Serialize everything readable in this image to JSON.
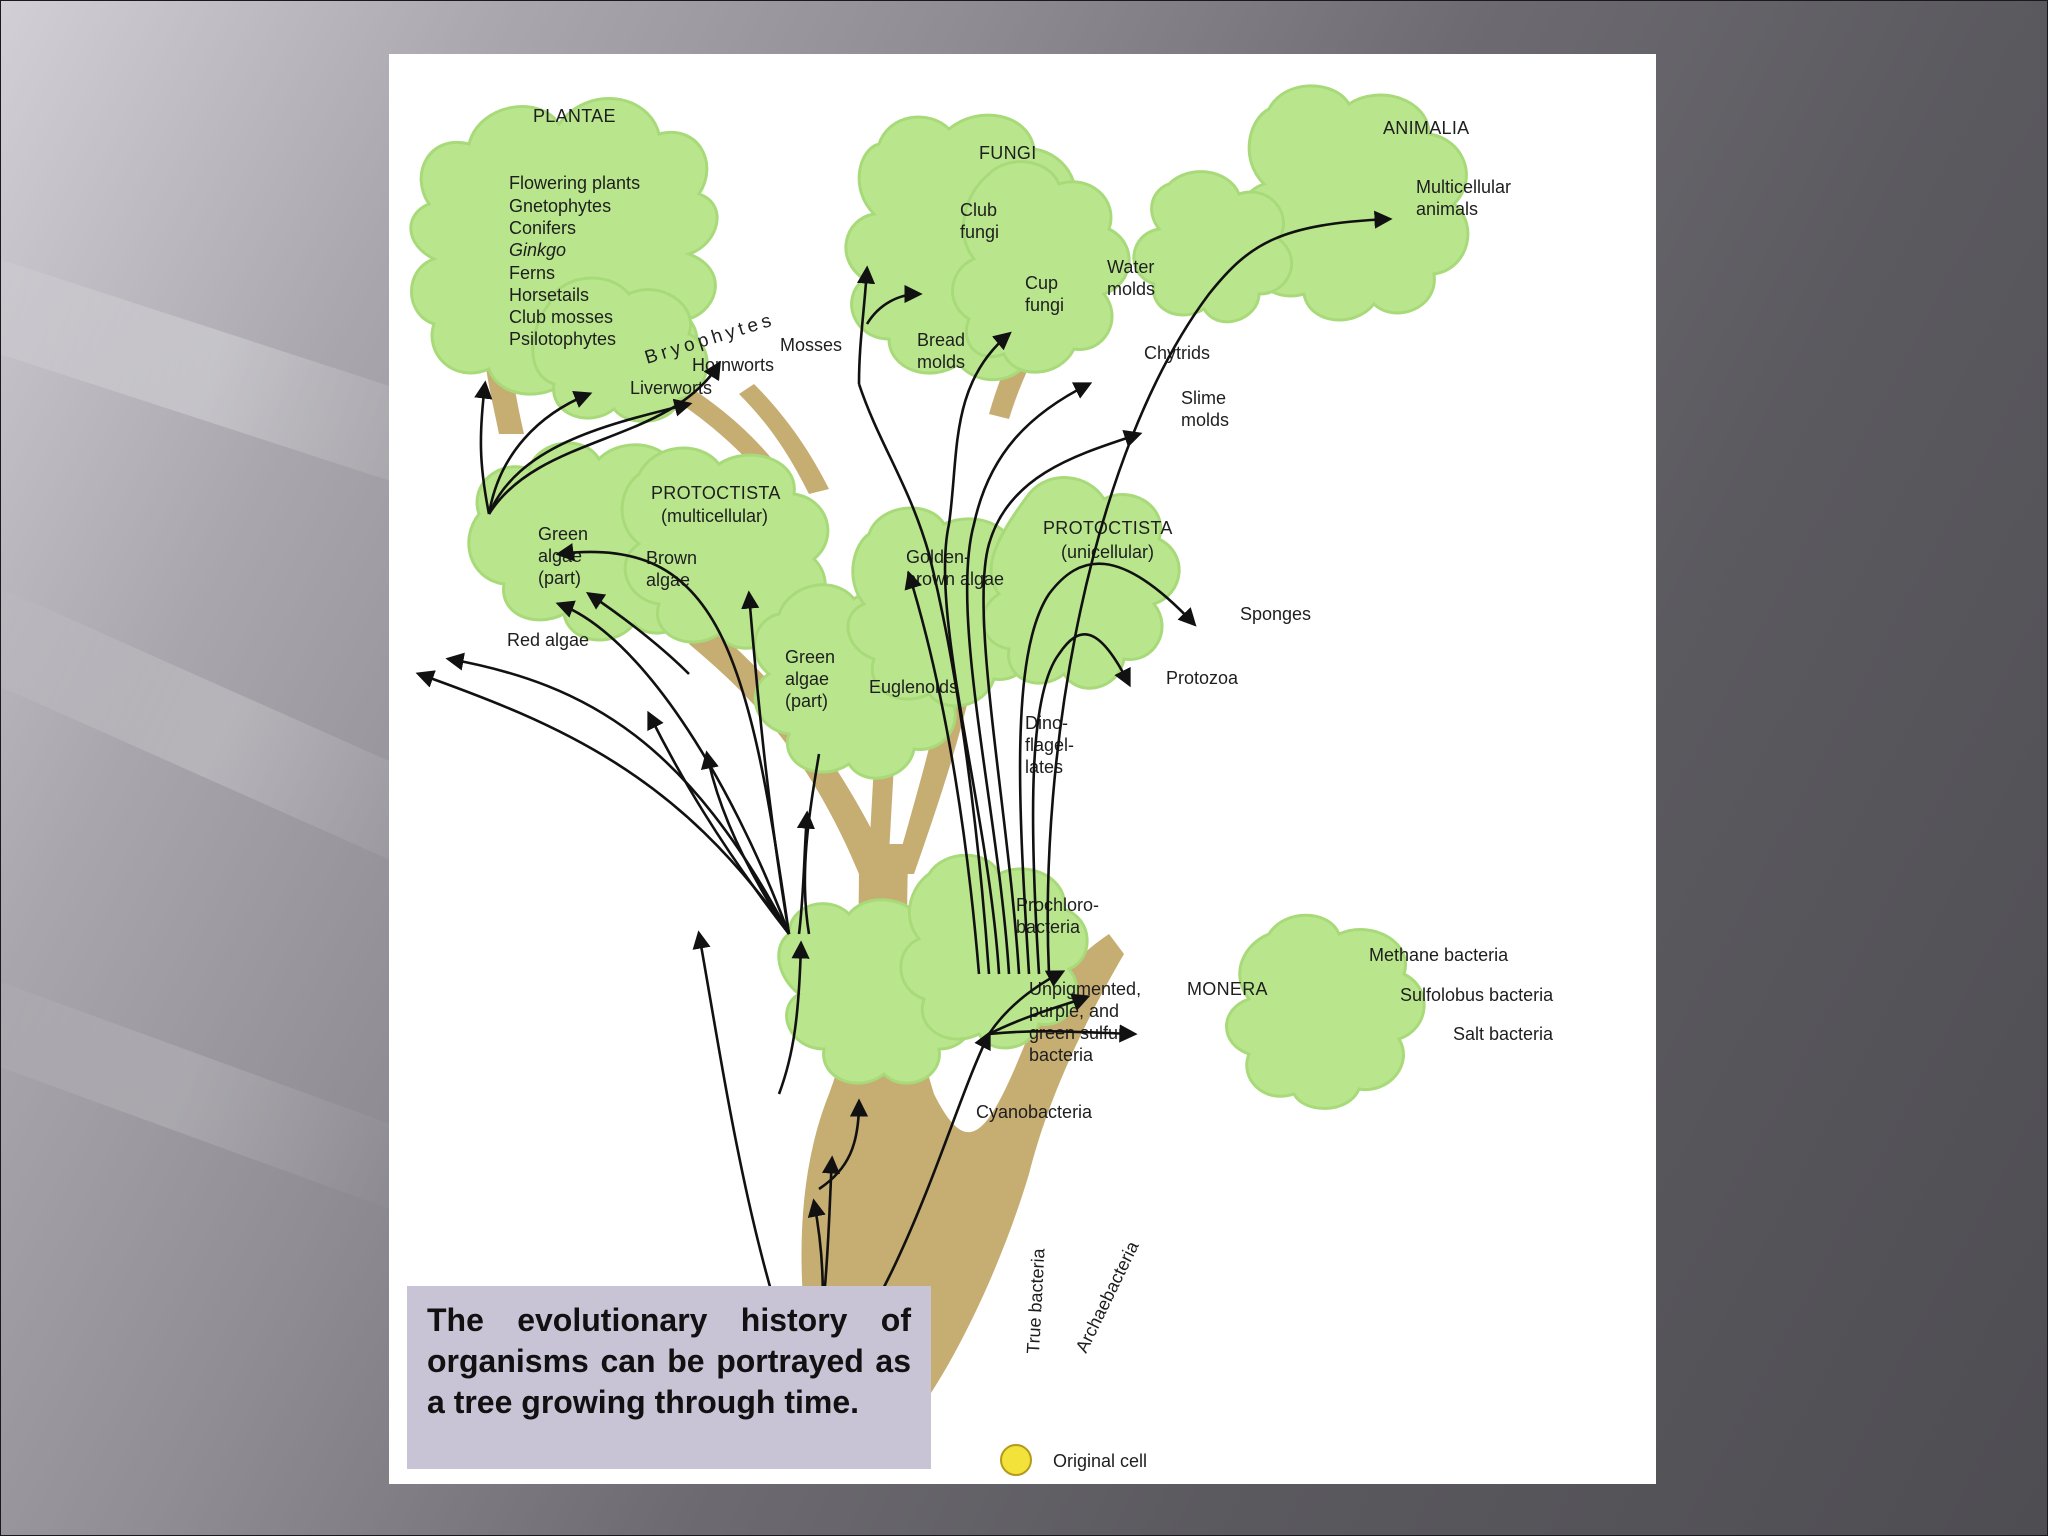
{
  "slide": {
    "caption": "The evolutionary history of organisms can be portrayed as a tree growing through time."
  },
  "diagram": {
    "colors": {
      "foliage": "#b9e68d",
      "trunk": "#c6ad72",
      "arrows": "#111111",
      "caption_bg": "#c8c4d6",
      "origin_cell": "#f3e23a"
    },
    "kingdoms": {
      "plantae": "PLANTAE",
      "fungi": "FUNGI",
      "animalia": "ANIMALIA",
      "protoctista_multi": "PROTOCTISTA",
      "protoctista_multi_sub": "(multicellular)",
      "protoctista_uni": "PROTOCTISTA",
      "protoctista_uni_sub": "(unicellular)",
      "monera": "MONERA"
    },
    "plantae_list": [
      "Flowering plants",
      "Gnetophytes",
      "Conifers",
      "Ginkgo",
      "Ferns",
      "Horsetails",
      "Club mosses",
      "Psilotophytes"
    ],
    "bryophytes": {
      "label": "Bryophytes",
      "hornworts": "Hornworts",
      "mosses": "Mosses",
      "liverworts": "Liverworts"
    },
    "fungi": {
      "club": [
        "Club",
        "fungi"
      ],
      "cup": [
        "Cup",
        "fungi"
      ],
      "water": [
        "Water",
        "molds"
      ],
      "bread": [
        "Bread",
        "molds"
      ],
      "chytrids": "Chytrids",
      "slime": [
        "Slime",
        "molds"
      ]
    },
    "animalia": {
      "multicellular": [
        "Multicellular",
        "animals"
      ]
    },
    "protoctista_multi": {
      "green_algae": [
        "Green",
        "algae",
        "(part)"
      ],
      "brown_algae": [
        "Brown",
        "algae"
      ],
      "red_algae": "Red algae"
    },
    "protoctista_uni": {
      "golden": [
        "Golden-",
        "brown algae"
      ],
      "green_algae": [
        "Green",
        "algae",
        "(part)"
      ],
      "euglenoids": "Euglenoids",
      "dino": [
        "Dino-",
        "flagel-",
        "lates"
      ],
      "sponges": "Sponges",
      "protozoa": "Protozoa"
    },
    "monera": {
      "prochloro": [
        "Prochloro-",
        "bacteria"
      ],
      "unpigmented": [
        "Unpigmented,",
        "purple, and",
        "green sulfur",
        "bacteria"
      ],
      "cyanobacteria": "Cyanobacteria",
      "methane": "Methane bacteria",
      "sulfolobus": "Sulfolobus bacteria",
      "salt": "Salt bacteria",
      "true_bacteria": "True bacteria",
      "archaebacteria": "Archaebacteria"
    },
    "legend": {
      "original_cell": "Original cell"
    }
  }
}
